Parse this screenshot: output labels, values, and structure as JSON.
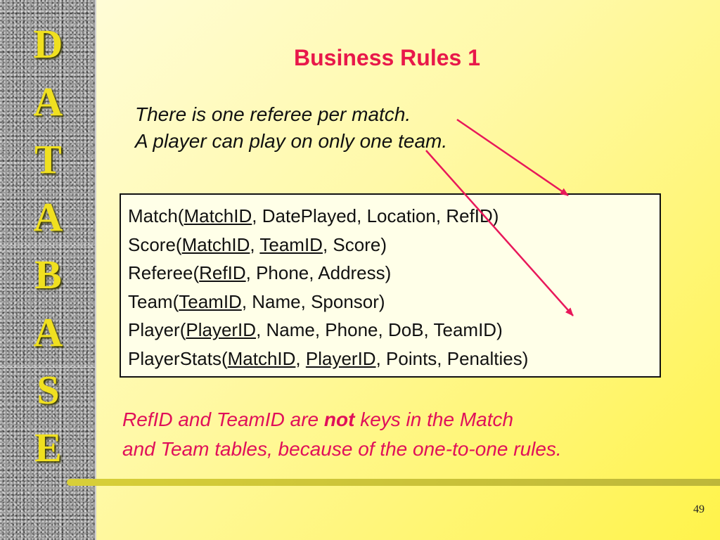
{
  "sidebar": {
    "letters": [
      "D",
      "A",
      "T",
      "A",
      "B",
      "A",
      "S",
      "E"
    ]
  },
  "title": "Business Rules 1",
  "rules": [
    "There is one referee per match.",
    "A player can play on only one team."
  ],
  "schema": [
    [
      {
        "t": "Match("
      },
      {
        "t": "MatchID",
        "key": true
      },
      {
        "t": ", DatePlayed, Location, RefID)"
      }
    ],
    [
      {
        "t": "Score("
      },
      {
        "t": "MatchID",
        "key": true
      },
      {
        "t": ", "
      },
      {
        "t": "TeamID",
        "key": true
      },
      {
        "t": ", Score)"
      }
    ],
    [
      {
        "t": "Referee("
      },
      {
        "t": "RefID",
        "key": true
      },
      {
        "t": ", Phone, Address)"
      }
    ],
    [
      {
        "t": "Team("
      },
      {
        "t": "TeamID",
        "key": true
      },
      {
        "t": ", Name, Sponsor)"
      }
    ],
    [
      {
        "t": "Player("
      },
      {
        "t": "PlayerID",
        "key": true
      },
      {
        "t": ", Name, Phone, DoB, TeamID)"
      }
    ],
    [
      {
        "t": "PlayerStats("
      },
      {
        "t": "MatchID",
        "key": true
      },
      {
        "t": ", "
      },
      {
        "t": "PlayerID",
        "key": true
      },
      {
        "t": ", Points, Penalties)"
      }
    ]
  ],
  "note": {
    "before": "RefID and TeamID are ",
    "emphasis": "not",
    "after": " keys in the Match",
    "line2": "and Team tables, because of the one-to-one rules."
  },
  "page_number": "49",
  "colors": {
    "title": "#e8184a",
    "note": "#e0105a",
    "arrow": "#e8185a",
    "sidebar_letters": "#f0e020"
  }
}
